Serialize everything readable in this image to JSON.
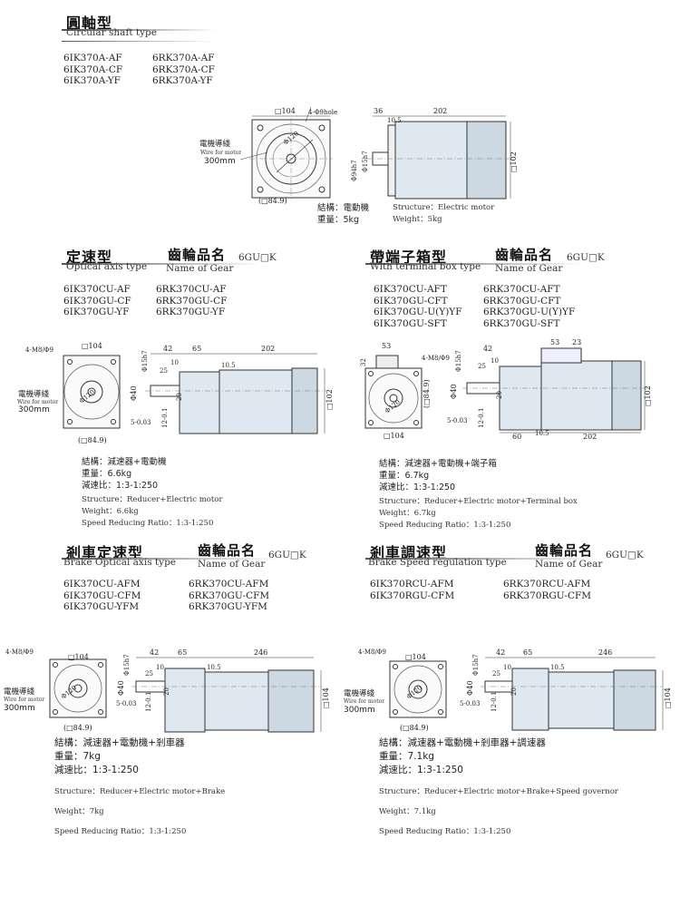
{
  "sections": {
    "circular": {
      "title": "圓軸型",
      "subtitle": "Circular shaft type",
      "models_left": [
        "6IK370A-AF",
        "6IK370A-CF",
        "6IK370A-YF"
      ],
      "models_right": [
        "6RK370A-AF",
        "6RK370A-CF",
        "6RK370A-YF"
      ],
      "dims": {
        "sq": "□104",
        "holes": "4-Φ9hole",
        "wire_zh": "電機導綫",
        "wire_en": "Wire for motor",
        "wire_len": "300mm",
        "pcd": "(□84.9)",
        "d36": "36",
        "d10_5": "10.5",
        "d202": "202",
        "phi94": "Φ94h7",
        "phi15": "Φ15h7",
        "dsq": "□102",
        "pcdc": "Φ120"
      },
      "spec_zh": {
        "structure": "結構：電動機",
        "weight": "重量：5kg"
      },
      "spec_en": {
        "structure": "Structure：Electric motor",
        "weight": "Weight：5kg"
      }
    },
    "optical": {
      "title": "定速型",
      "subtitle": "Optical axis type",
      "gear_title": "齒輪品名",
      "gear_sub": "Name of Gear",
      "gear_code": "6GU□K",
      "models_left": [
        "6IK370CU-AF",
        "6IK370GU-CF",
        "6IK370GU-YF"
      ],
      "models_right": [
        "6RK370CU-AF",
        "6RK370GU-CF",
        "6RK370GU-YF"
      ],
      "dims": {
        "holes": "4-M8/Φ9",
        "sq": "□104",
        "wire_zh": "電機導綫",
        "wire_en": "Wire for motor",
        "wire_len": "300mm",
        "pcd": "(□84.9)",
        "pcdc": "Φ120",
        "d42": "42",
        "d65": "65",
        "d202": "202",
        "d25": "25",
        "d10": "10",
        "d10_5": "10.5",
        "phi15": "Φ15h7",
        "phi40": "Φ40",
        "d20": "20",
        "d5": "5-0.03",
        "d12": "12-0.1",
        "dsq": "□102"
      },
      "spec_zh": {
        "structure": "結構：減速器+電動機",
        "weight": "重量：6.6kg",
        "ratio": "減速比：1:3-1:250"
      },
      "spec_en": {
        "structure": "Structure：Reducer+Electric motor",
        "weight": "Weight：6.6kg",
        "ratio": "Speed Reducing Ratio：1:3-1:250"
      }
    },
    "terminal": {
      "title": "帶端子箱型",
      "subtitle": "With terminal box type",
      "gear_title": "齒輪品名",
      "gear_sub": "Name of Gear",
      "gear_code": "6GU□K",
      "models_left": [
        "6IK370CU-AFT",
        "6IK370GU-CFT",
        "6IK370GU-U(Y)YF",
        "6IK370GU-SFT"
      ],
      "models_right": [
        "6RK370CU-AFT",
        "6RK370GU-CFT",
        "6RK370GU-U(Y)YF",
        "6RK370GU-SFT"
      ],
      "dims": {
        "d53": "53",
        "d32": "32",
        "holes": "4-M8/Φ9",
        "sq": "□104",
        "pcd": "(□84.9)",
        "pcdc": "Φ120",
        "d42": "42",
        "d25": "25",
        "d10": "10",
        "phi15": "Φ15h7",
        "phi40": "Φ40",
        "d20": "20",
        "d5": "5-0.03",
        "d12": "12-0.1",
        "d53b": "53",
        "d23": "23",
        "d60": "60",
        "d10_5": "10.5",
        "d202": "202",
        "dsq": "□102"
      },
      "spec_zh": {
        "structure": "結構：減速器+電動機+端子箱",
        "weight": "重量：6.7kg",
        "ratio": "減速比：1:3-1:250"
      },
      "spec_en": {
        "structure": "Structure：Reducer+Electric motor+Terminal box",
        "weight": "Weight：6.7kg",
        "ratio": "Speed Reducing Ratio：1:3-1:250"
      }
    },
    "brake": {
      "title": "剎車定速型",
      "subtitle": "Brake Optical axis type",
      "gear_title": "齒輪品名",
      "gear_sub": "Name of Gear",
      "gear_code": "6GU□K",
      "models_left": [
        "6IK370CU-AFM",
        "6IK370GU-CFM",
        "6IK370GU-YFM"
      ],
      "models_right": [
        "6RK370CU-AFM",
        "6RK370GU-CFM",
        "6RK370GU-YFM"
      ],
      "dims": {
        "holes": "4-M8/Φ9",
        "sq": "□104",
        "wire_zh": "電機導綫",
        "wire_en": "Wire for motor",
        "wire_len": "300mm",
        "pcd": "(□84.9)",
        "pcdc": "Φ120",
        "d42": "42",
        "d65": "65",
        "d246": "246",
        "d25": "25",
        "d10": "10",
        "d10_5": "10.5",
        "phi15": "Φ15h7",
        "phi40": "Φ40",
        "d20": "20",
        "d5": "5-0.03",
        "d12": "12-0.1",
        "dsq": "□104"
      },
      "spec_zh": {
        "structure": "結構：減速器+電動機+剎車器",
        "weight": "重量：7kg",
        "ratio": "減速比：1:3-1:250"
      },
      "spec_en": {
        "structure": "Structure：Reducer+Electric motor+Brake",
        "weight": "Weight：7kg",
        "ratio": "Speed Reducing Ratio：1:3-1:250"
      }
    },
    "speed": {
      "title": "剎車調速型",
      "subtitle": "Brake Speed regulation type",
      "gear_title": "齒輪品名",
      "gear_sub": "Name of Gear",
      "gear_code": "6GU□K",
      "models_left": [
        "6IK370RCU-AFM",
        "6IK370RGU-CFM"
      ],
      "models_right": [
        "6RK370RCU-AFM",
        "6RK370RGU-CFM"
      ],
      "dims": {
        "holes": "4-M8/Φ9",
        "sq": "□104",
        "wire_zh": "電機導綫",
        "wire_en": "Wire for motor",
        "wire_len": "300mm",
        "pcd": "(□84.9)",
        "pcdc": "Φ120",
        "d42": "42",
        "d65": "65",
        "d246": "246",
        "d25": "25",
        "d10": "10",
        "d10_5": "10.5",
        "phi15": "Φ15h7",
        "phi40": "Φ40",
        "d20": "20",
        "d5": "5-0.03",
        "d12": "12-0.1",
        "dsq": "□104"
      },
      "spec_zh": {
        "structure": "結構：減速器+電動機+剎車器+調速器",
        "weight": "重量：7.1kg",
        "ratio": "減速比：1:3-1:250"
      },
      "spec_en": {
        "structure": "Structure：Reducer+Electric motor+Brake+Speed governor",
        "weight": "Weight：7.1kg",
        "ratio": "Speed Reducing Ratio：1:3-1:250"
      }
    }
  }
}
